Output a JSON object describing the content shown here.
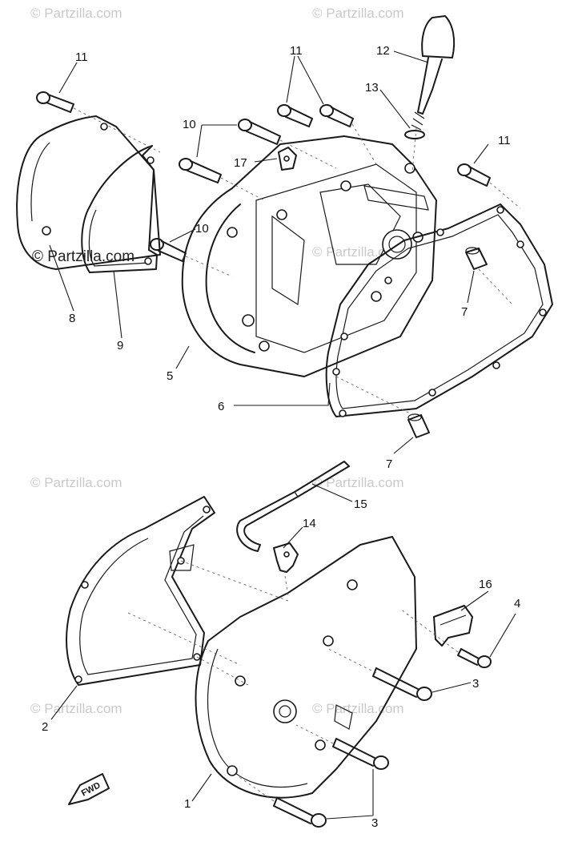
{
  "watermark": "© Partzilla.com",
  "fwd_label": "FWD",
  "callouts": [
    "1",
    "2",
    "3",
    "3",
    "4",
    "5",
    "6",
    "7",
    "7",
    "8",
    "9",
    "10",
    "10",
    "11",
    "11",
    "11",
    "12",
    "13",
    "14",
    "15",
    "16",
    "17"
  ]
}
